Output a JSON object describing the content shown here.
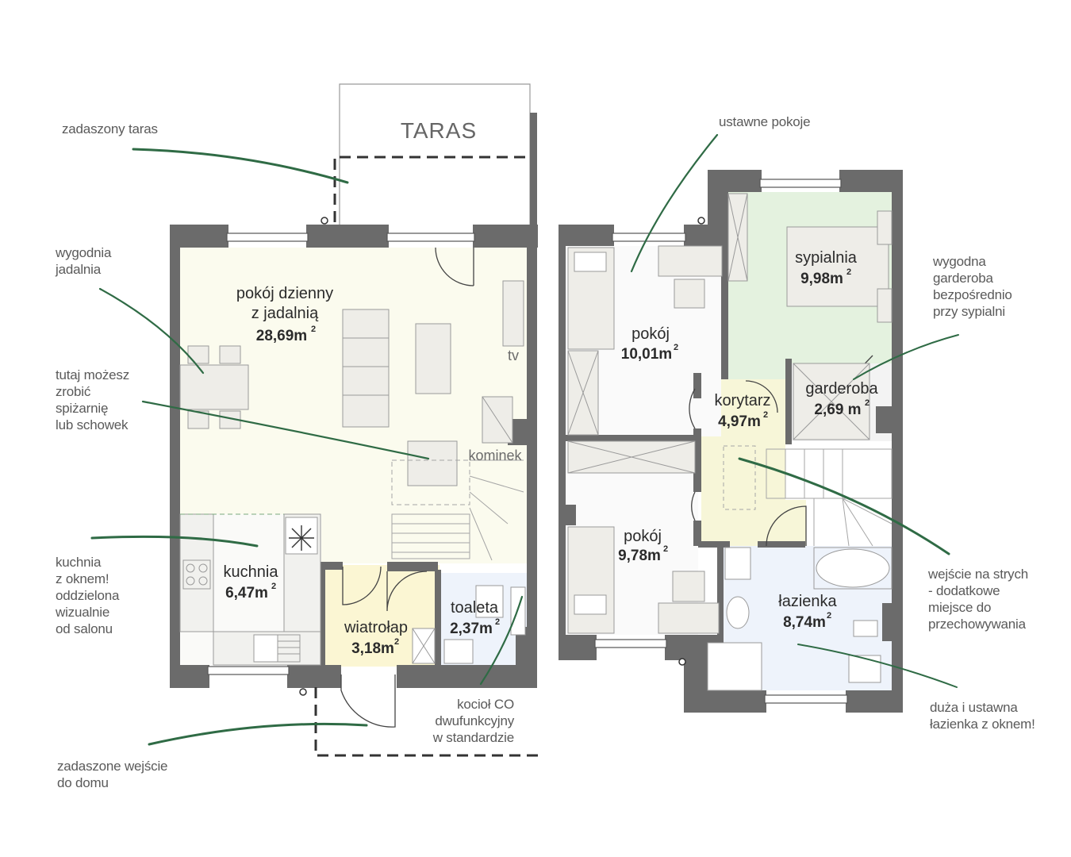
{
  "rooms": {
    "living": {
      "name_line1": "pokój dzienny",
      "name_line2": "z jadalnią",
      "area": "28,69m",
      "sup": "2"
    },
    "kitchen": {
      "name": "kuchnia",
      "area": "6,47m",
      "sup": "2"
    },
    "vestibule": {
      "name": "wiatrołap",
      "area": "3,18m",
      "sup": "2"
    },
    "toilet": {
      "name": "toaleta",
      "area": "2,37m",
      "sup": "2"
    },
    "room1": {
      "name": "pokój",
      "area": "10,01m",
      "sup": "2"
    },
    "room2": {
      "name": "pokój",
      "area": "9,78m",
      "sup": "2"
    },
    "bedroom": {
      "name": "sypialnia",
      "area": "9,98m",
      "sup": "2"
    },
    "corridor": {
      "name": "korytarz",
      "area": "4,97m",
      "sup": "2"
    },
    "wardrobe": {
      "name": "garderoba",
      "area": "2,69 m",
      "sup": "2"
    },
    "bathroom": {
      "name": "łazienka",
      "area": "8,74m",
      "sup": "2"
    }
  },
  "labels": {
    "taras": "TARAS",
    "tv": "tv",
    "fireplace": "kominek"
  },
  "annotations": {
    "covered_terrace": "zadaszony taras",
    "dining": "wygodnia\njadalnia",
    "pantry": "tutaj możesz\nzrobić\nspiżarnię\nlub schowek",
    "kitchen_window": "kuchnia\nz oknem!\noddzielona\nwizualnie\n od salonu",
    "covered_entrance": "zadaszone wejście\ndo domu",
    "boiler": "kocioł CO\ndwufunkcyjny\nw standardzie",
    "rooms_layout": "ustawne pokoje",
    "walk_in_wardrobe": "wygodna\ngarderoba\nbezpośrednio\nprzy sypialni",
    "attic": "wejście na strych\n- dodatkowe\nmiejsce do\nprzechowywania",
    "bathroom_window": "duża i ustawna\nłazienka z oknem!"
  },
  "colors": {
    "wall": "#6b6b6b",
    "living_fill": "#fbfbee",
    "vestibule_fill": "#fbf6d3",
    "corridor_fill": "#f7f6d8",
    "bedroom_fill": "#e4f2df",
    "bathroom_fill": "#eef3fb",
    "toilet_fill": "#eef3fb",
    "furniture_fill": "#eeede8",
    "leader": "#2f6b45"
  }
}
